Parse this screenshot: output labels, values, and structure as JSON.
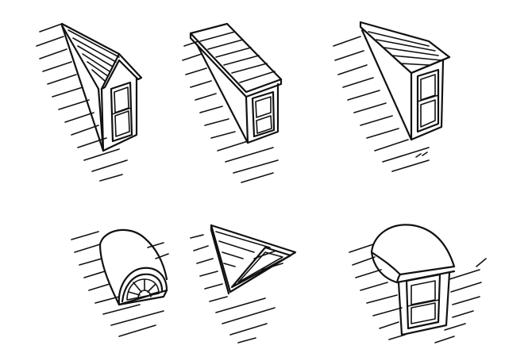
{
  "figure": {
    "illustrations": [
      {
        "id": "gable-dormer"
      },
      {
        "id": "shed-dormer"
      },
      {
        "id": "hip-dormer"
      },
      {
        "id": "eyebrow-fan-dormer"
      },
      {
        "id": "triangular-dormer"
      },
      {
        "id": "barrel-dormer"
      }
    ]
  }
}
